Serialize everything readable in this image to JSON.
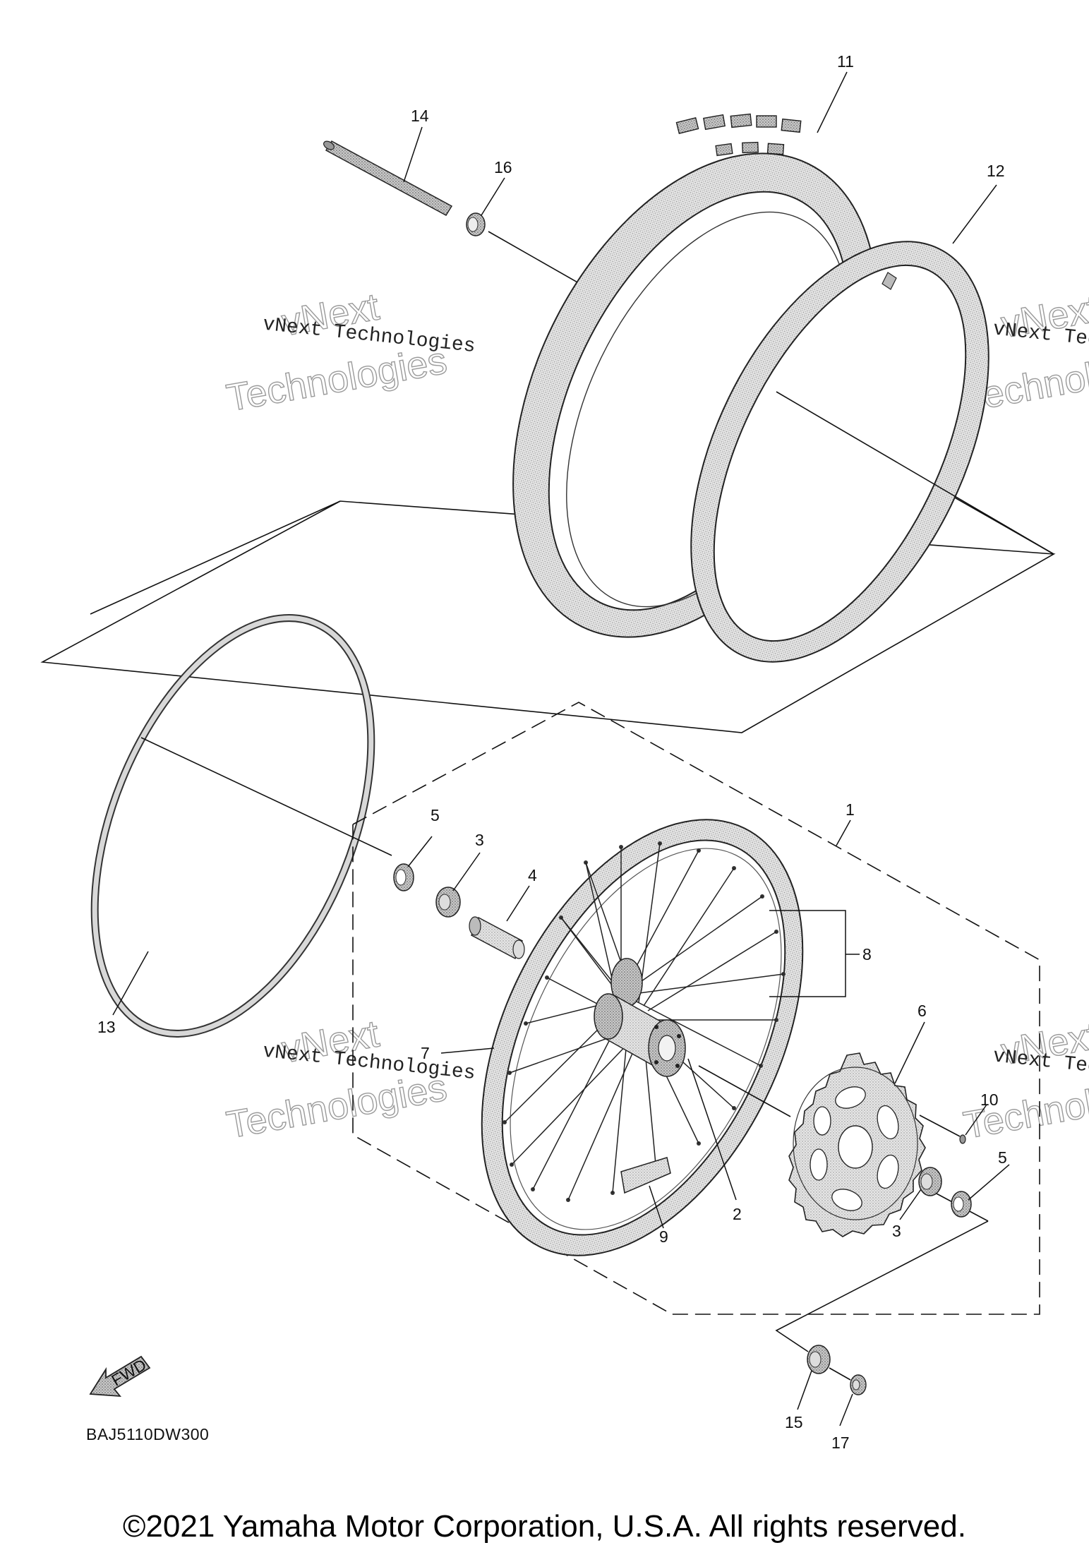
{
  "diagram": {
    "callouts": {
      "c1": "1",
      "c2": "2",
      "c3a": "3",
      "c3b": "3",
      "c4": "4",
      "c5a": "5",
      "c5b": "5",
      "c6": "6",
      "c7": "7",
      "c8": "8",
      "c9": "9",
      "c10": "10",
      "c11": "11",
      "c12": "12",
      "c13": "13",
      "c14": "14",
      "c15": "15",
      "c16": "16",
      "c17": "17"
    },
    "diagram_code": "BAJ5110DW300",
    "fwd_label": "FWD",
    "watermark": {
      "line_text": "vNext Technologies",
      "outline_top": "vNext",
      "outline_bottom": "Technologies"
    },
    "copyright": "©2021 Yamaha Motor Corporation, U.S.A. All rights reserved."
  }
}
